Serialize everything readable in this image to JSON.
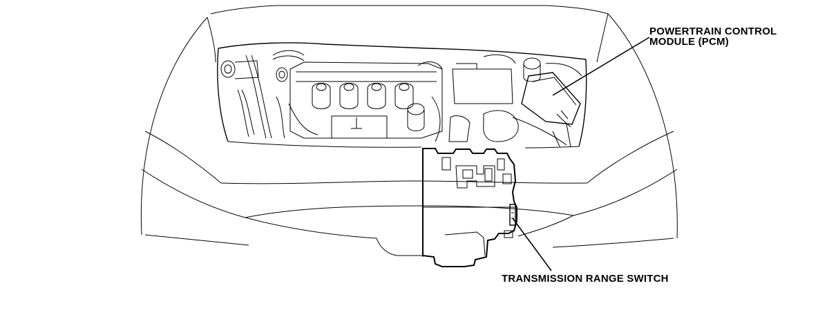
{
  "callouts": {
    "pcm": {
      "line1": "POWERTRAIN CONTROL",
      "line2": "MODULE (PCM)"
    },
    "trs": {
      "text": "TRANSMISSION RANGE SWITCH"
    }
  },
  "colors": {
    "ink": "#000000",
    "paper": "#ffffff"
  }
}
